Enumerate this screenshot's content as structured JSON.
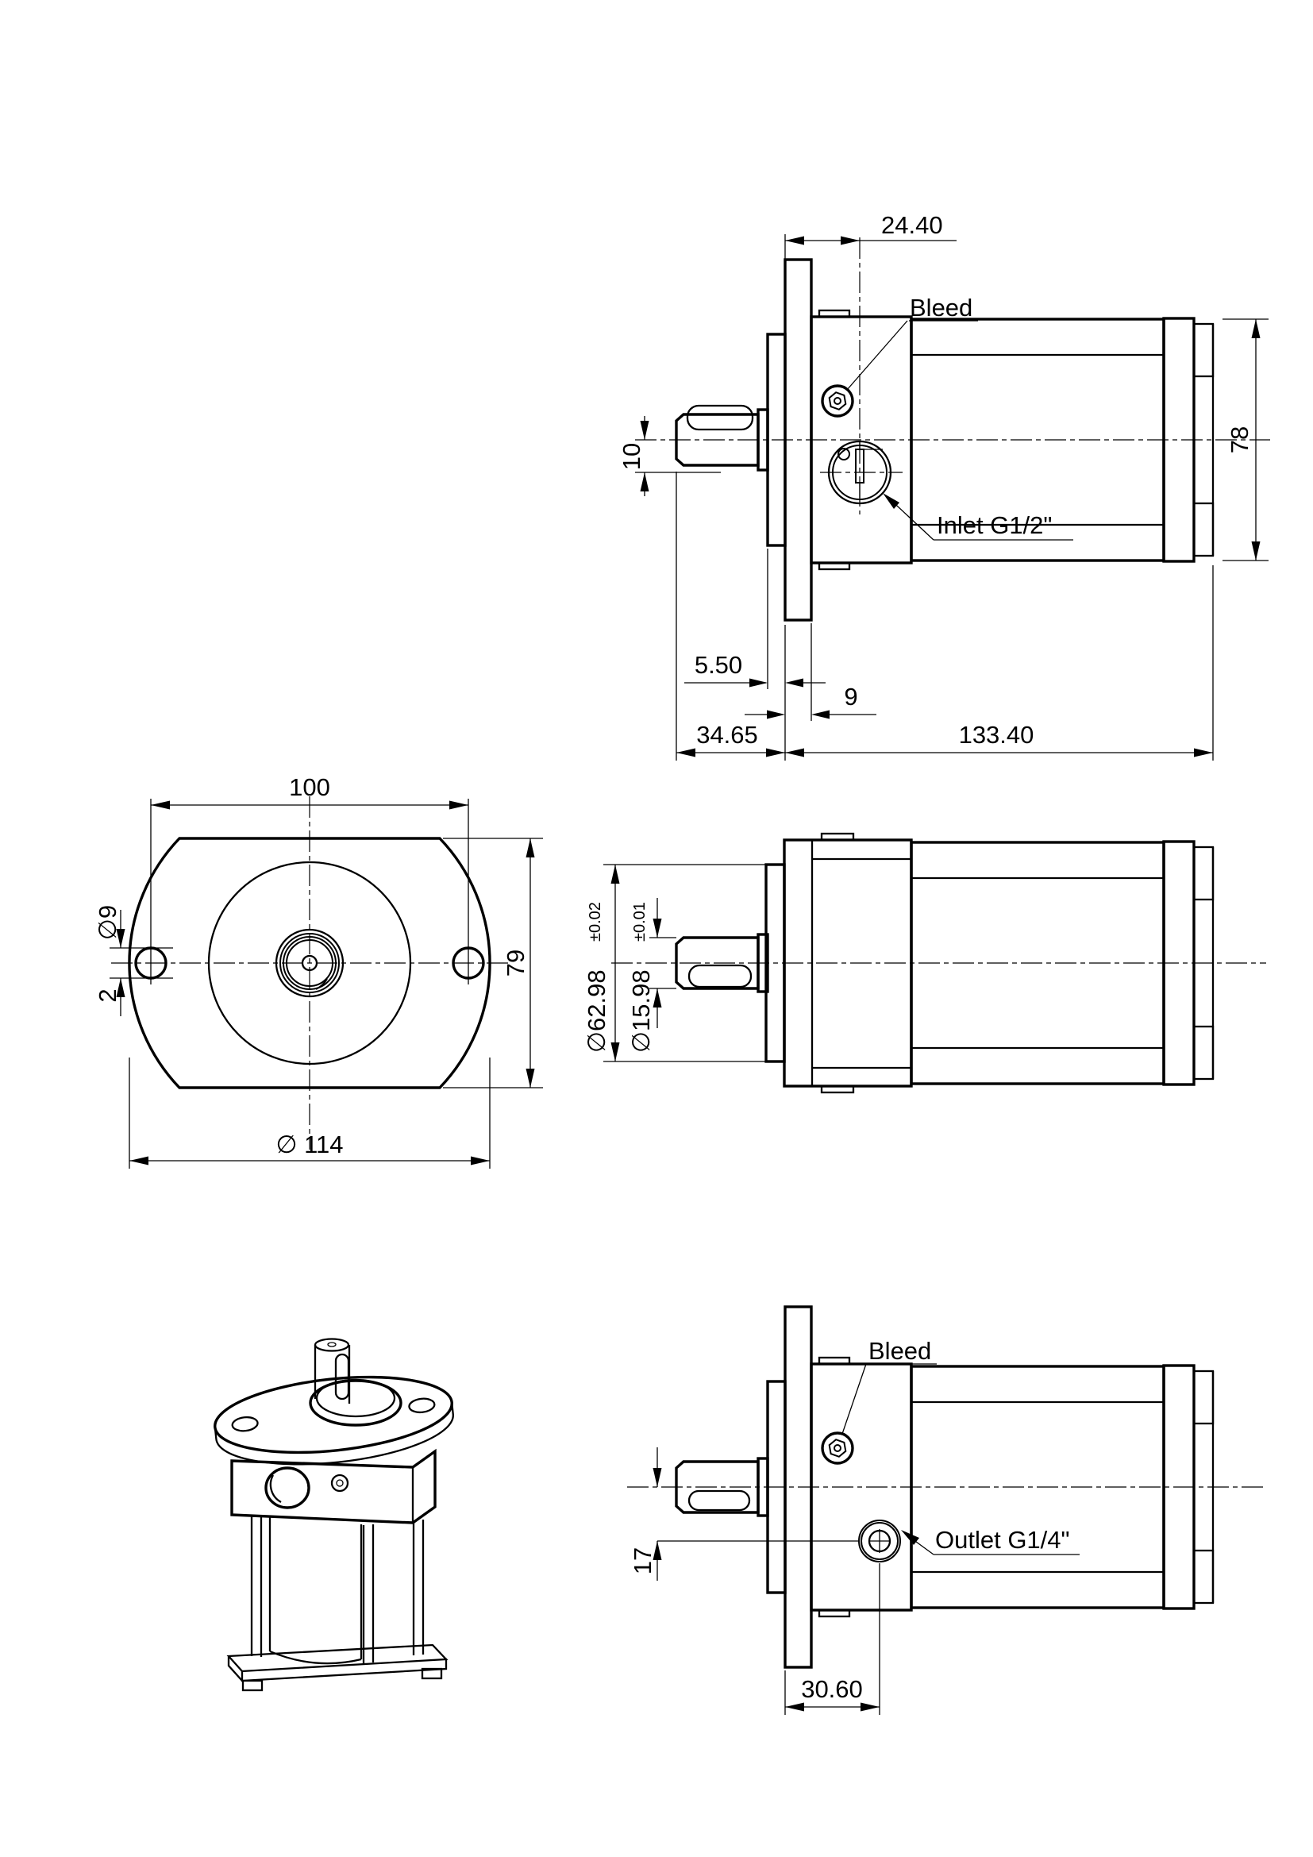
{
  "drawing": {
    "top_view": {
      "dim_flange_to_port": "24.40",
      "label_bleed": "Bleed",
      "label_inlet": "Inlet G1/2\"",
      "dim_axis_to_inlet": "10",
      "dim_body_height": "78",
      "dim_spacer_thickness": "5.50",
      "dim_flange_thickness": "9",
      "dim_shaft_to_flange": "34.65",
      "dim_flange_to_rear": "133.40"
    },
    "front_view": {
      "dim_bolt_spacing": "100",
      "dim_hole_count": "2",
      "dim_hole_diameter": "∅9",
      "dim_flange_height": "79",
      "dim_flange_diameter": "∅ 114"
    },
    "side_view": {
      "dim_pilot_diameter": "∅62.98",
      "tol_pilot": "±0.02",
      "dim_shaft_diameter": "∅15.98",
      "tol_shaft": "±0.01"
    },
    "outlet_view": {
      "label_bleed": "Bleed",
      "label_outlet": "Outlet G1/4\"",
      "dim_axis_to_outlet": "17",
      "dim_flange_to_outlet": "30.60"
    }
  }
}
